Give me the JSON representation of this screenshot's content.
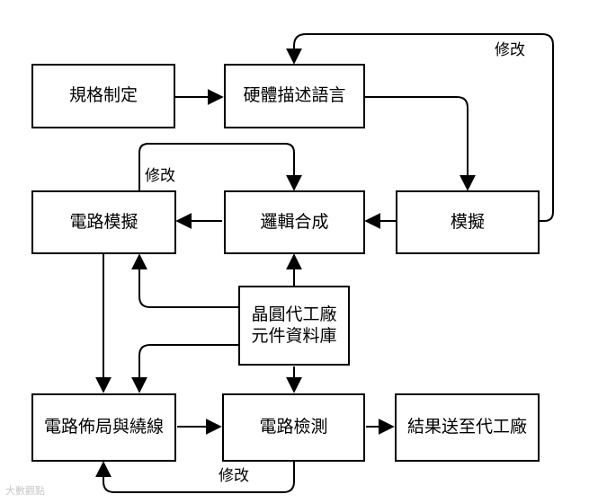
{
  "nodes": {
    "spec": "規格制定",
    "hdl": "硬體描述語言",
    "circuit_sim": "電路模擬",
    "synthesis": "邏輯合成",
    "simulation": "模擬",
    "foundry_lib_line1": "晶圓代工廠",
    "foundry_lib_line2": "元件資料庫",
    "place_route": "電路佈局與繞線",
    "verify": "電路檢測",
    "tapeout": "結果送至代工廠"
  },
  "labels": {
    "modify_top": "修改",
    "modify_mid": "修改",
    "modify_bottom": "修改"
  },
  "watermark": "大數觀點",
  "colors": {
    "stroke": "#000000",
    "fill": "#ffffff",
    "watermark": "#c9c9c9"
  }
}
